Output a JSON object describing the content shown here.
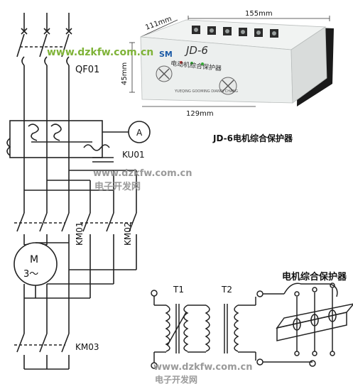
{
  "product": {
    "caption": "JD-6电机综合保护器",
    "brand_mark": "SM",
    "model": "JD-6",
    "name_on_device": "电动机综合保护器",
    "maker_line": "YUEQING GOOMING DIANQI CHANG",
    "dimensions": {
      "length": "155mm",
      "depth": "111mm",
      "height": "45mm",
      "base": "129mm"
    }
  },
  "circuit": {
    "breaker": "QF01",
    "ammeter": "A",
    "current_relay": "KU01",
    "contactor_1": "KM01",
    "contactor_2": "KM02",
    "contactor_3": "KM03",
    "motor_m": "M",
    "motor_phase": "3～"
  },
  "wiring": {
    "title": "电机综合保护器",
    "t1": "T1",
    "t2": "T2"
  },
  "watermarks": {
    "url": "www.dzkfw.com.cn",
    "cn": "电子开发网"
  },
  "colors": {
    "watermark_green": "#7fb338",
    "watermark_gray": "#9a9a9a",
    "line": "#222222"
  }
}
